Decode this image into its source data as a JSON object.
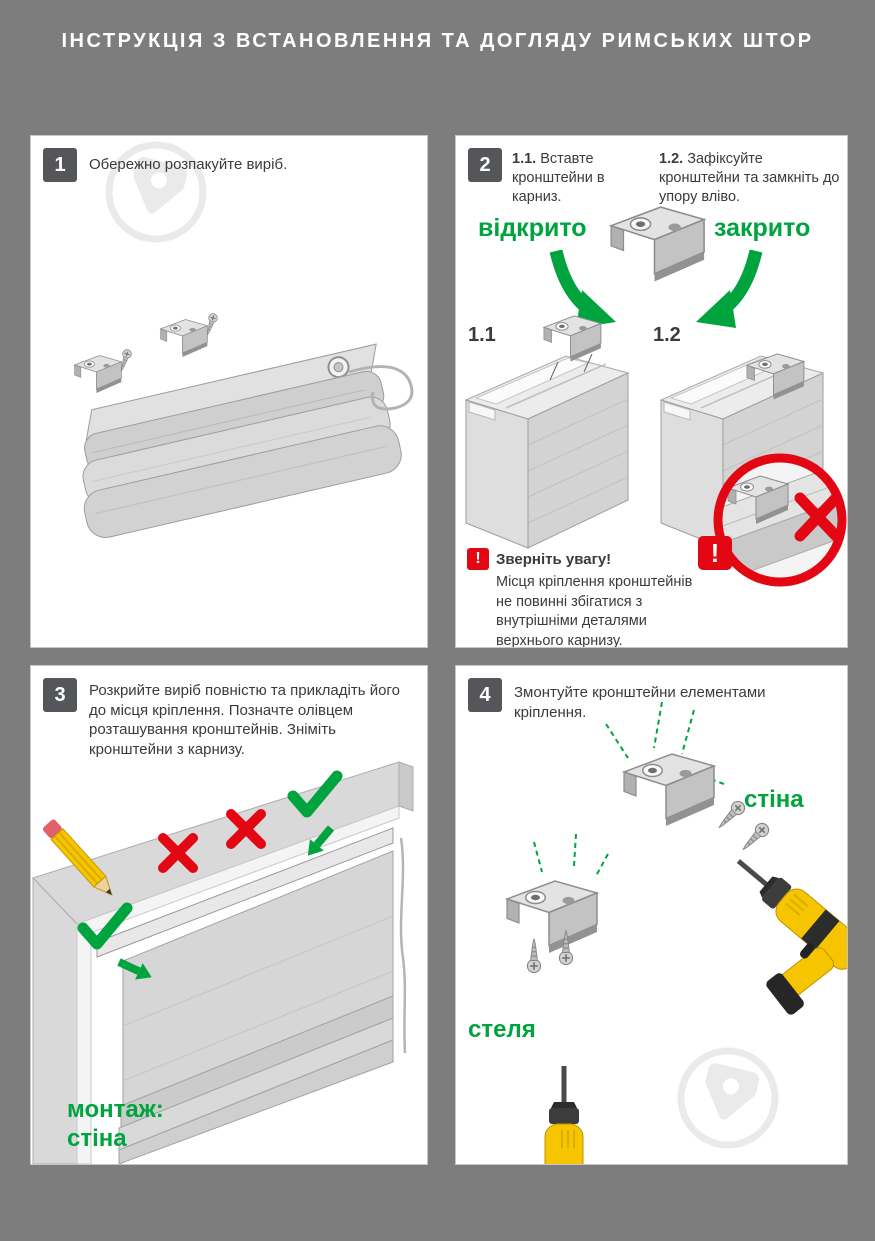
{
  "colors": {
    "background": "#7d7d7d",
    "accent_green": "#00a43e",
    "warning_red": "#e30613",
    "badge_gray": "#54565a"
  },
  "header": {
    "title": "ІНСТРУКЦІЯ З ВСТАНОВЛЕННЯ ТА ДОГЛЯДУ РИМСЬКИХ ШТОР"
  },
  "step1": {
    "number": "1",
    "text": "Обережно розпакуйте виріб."
  },
  "step2": {
    "number": "2",
    "item1_label": "1.1.",
    "item1_text": "Вставте кронштейни в карниз.",
    "item2_label": "1.2.",
    "item2_text": "Зафіксуйте кронштейни та замкніть до упору вліво.",
    "open_label": "відкрито",
    "closed_label": "закрито",
    "fig1_label": "1.1",
    "fig2_label": "1.2",
    "warning_icon": "!",
    "warning_title": "Зверніть увагу!",
    "warning_text": "Місця кріплення кронштейнів не повинні збігатися з внутрішніми деталями верхнього карнизу."
  },
  "step3": {
    "number": "3",
    "text": "Розкрийте виріб повністю та прикладіть його до місця кріплення. Позначте олівцем розташування кронштейнів. Зніміть кронштейни з карнизу.",
    "mount_label_line1": "монтаж:",
    "mount_label_line2": "стіна"
  },
  "step4": {
    "number": "4",
    "text": "Змонтуйте кронштейни елементами кріплення.",
    "wall_label": "стіна",
    "ceiling_label": "стеля"
  }
}
